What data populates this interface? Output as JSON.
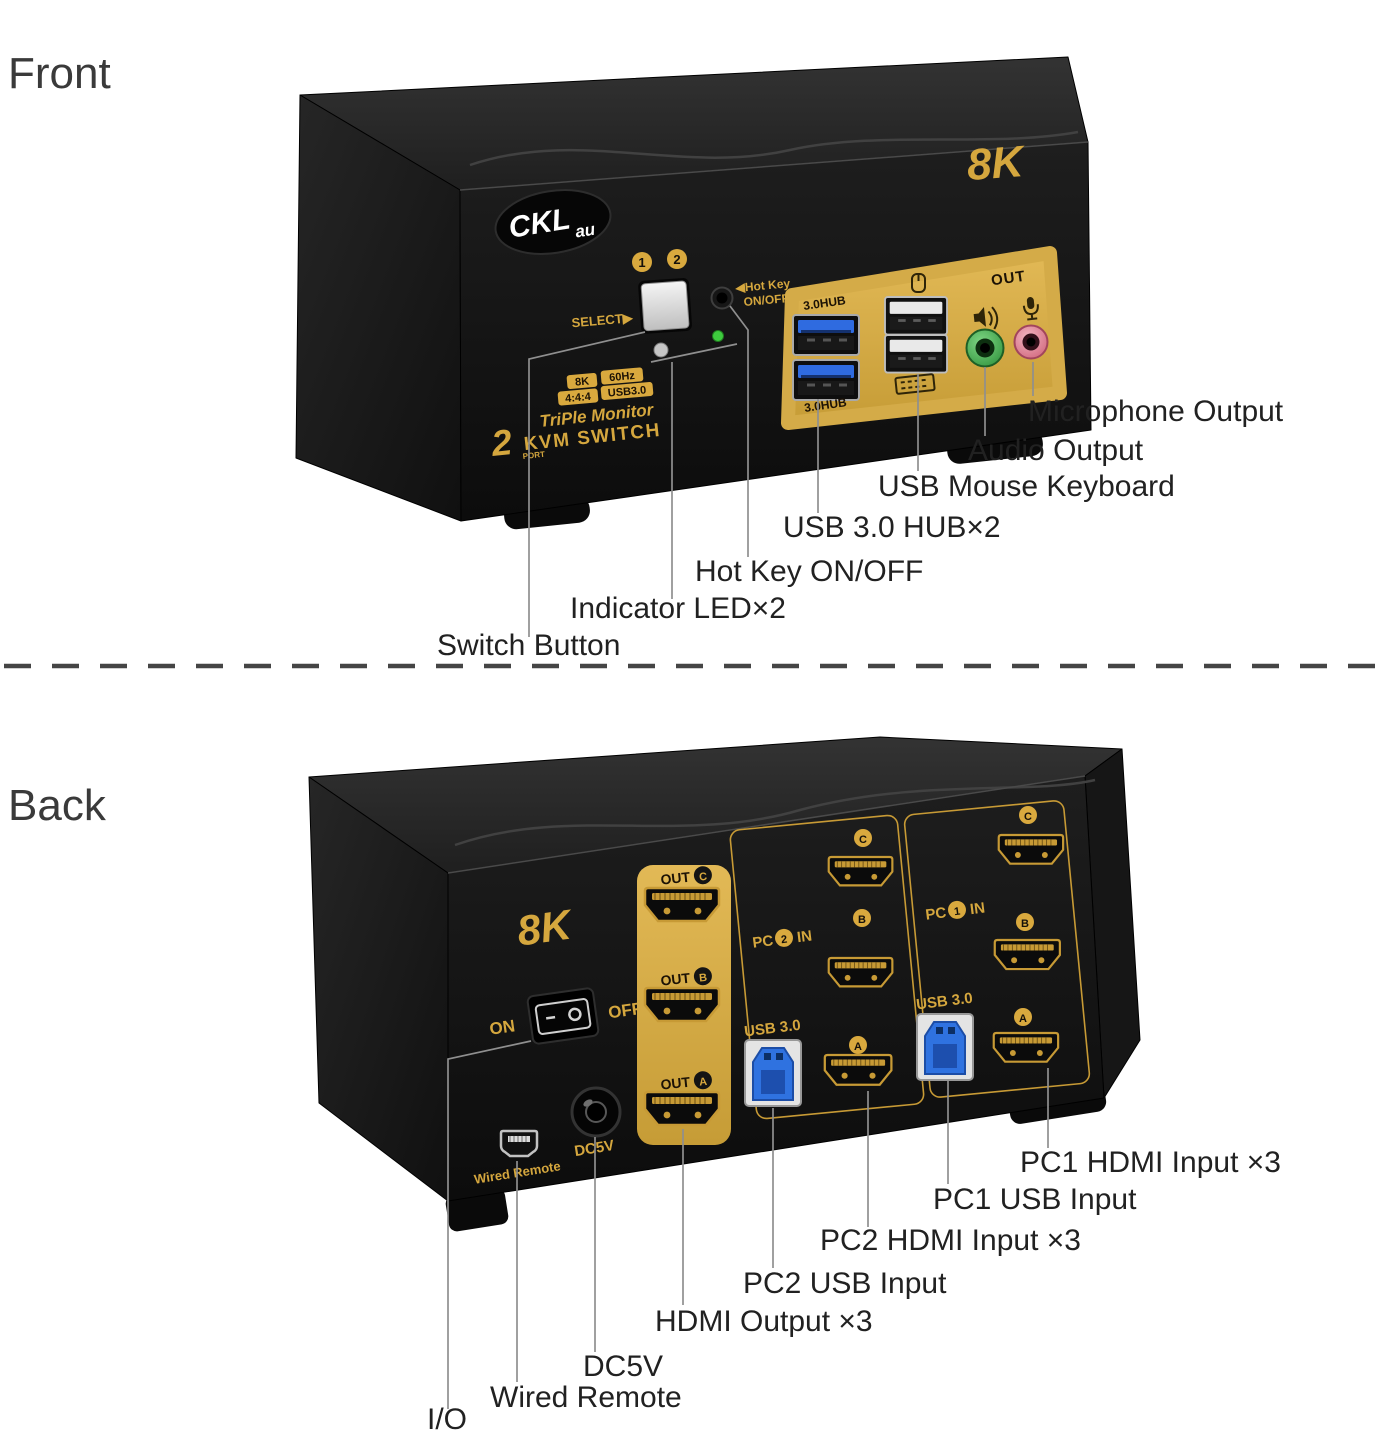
{
  "front": {
    "title": "Front",
    "device": {
      "logo": "CKL",
      "logo_suffix": "au",
      "led_numbers": [
        "1",
        "2"
      ],
      "select_label": "SELECT▶",
      "hotkey_line1": "◀Hot Key",
      "hotkey_line2": "ON/OFF",
      "badges": [
        "8K",
        "60Hz",
        "4:4:4",
        "USB3.0"
      ],
      "tagline1": "TriPle Monitor",
      "tagline2": "KVM SWITCH",
      "port_number": "2",
      "port_word": "PORT",
      "corner_mark": "8K",
      "hub_label_top": "3.0HUB",
      "hub_label_bottom": "3.0HUB",
      "out_label": "OUT"
    },
    "labels": [
      {
        "text": "Microphone Output"
      },
      {
        "text": "Audio Output"
      },
      {
        "text": "USB Mouse Keyboard"
      },
      {
        "text": "USB 3.0 HUB×2"
      },
      {
        "text": "Hot Key ON/OFF"
      },
      {
        "text": "Indicator LED×2"
      },
      {
        "text": "Switch Button"
      }
    ]
  },
  "back": {
    "title": "Back",
    "device": {
      "corner_mark": "8K",
      "on_label": "ON",
      "off_label": "OFF",
      "out_word": "OUT",
      "out_letters": [
        "C",
        "B",
        "A"
      ],
      "pc_word": "PC",
      "in_word": "IN",
      "pc1_number": "1",
      "pc2_number": "2",
      "usb_label": "USB 3.0",
      "port_letters": [
        "C",
        "B",
        "A"
      ],
      "wired_remote_label": "Wired Remote",
      "dc_label": "DC5V"
    },
    "labels": [
      {
        "text": "PC1 HDMI Input ×3"
      },
      {
        "text": "PC1 USB Input"
      },
      {
        "text": "PC2 HDMI Input ×3"
      },
      {
        "text": "PC2 USB Input"
      },
      {
        "text": "HDMI Output ×3"
      },
      {
        "text": "DC5V"
      },
      {
        "text": "Wired Remote"
      },
      {
        "text": "I/O"
      }
    ]
  }
}
